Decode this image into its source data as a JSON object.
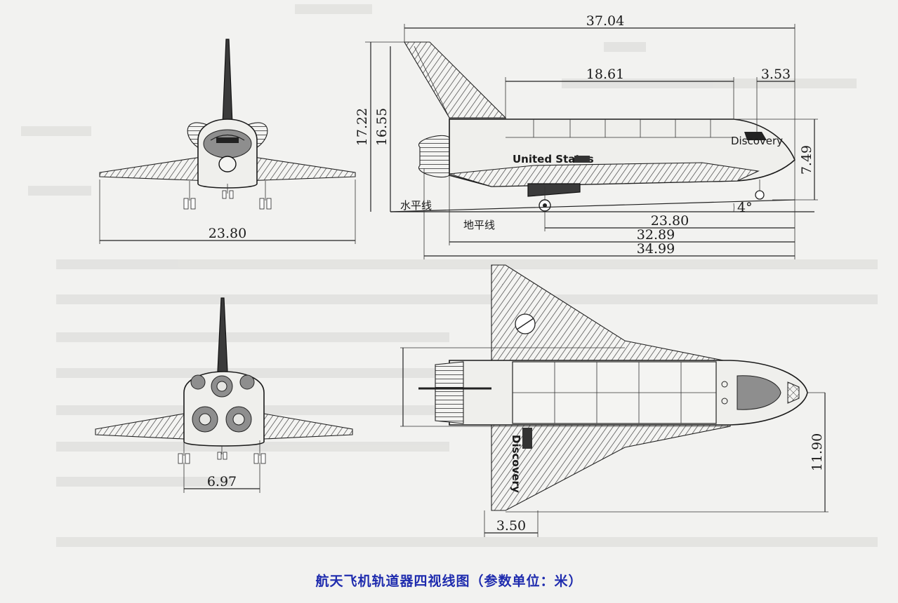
{
  "caption": "航天飞机轨道器四视线图（参数单位：米）",
  "units": "米",
  "dimensions": {
    "front_wingspan": "23.80",
    "rear_gear_track": "6.97",
    "side_total_length": "37.04",
    "side_payload_bay": "18.61",
    "side_nose_section": "3.53",
    "side_height_tail": "17.22",
    "side_height_fin": "16.55",
    "side_fuselage_height": "7.49",
    "side_angle": "4°",
    "side_len_a": "23.80",
    "side_len_b": "32.89",
    "side_len_c": "34.99",
    "top_span": "11.90",
    "top_tail_width": "3.50"
  },
  "labels": {
    "horizontal_line": "水平线",
    "ground_line": "地平线",
    "fuselage_text": "United States",
    "wing_text": "Discovery",
    "nose_text": "Discovery"
  },
  "colors": {
    "caption": "#1f2cae",
    "line": "#1a1a1a",
    "background": "#f2f2f0"
  }
}
